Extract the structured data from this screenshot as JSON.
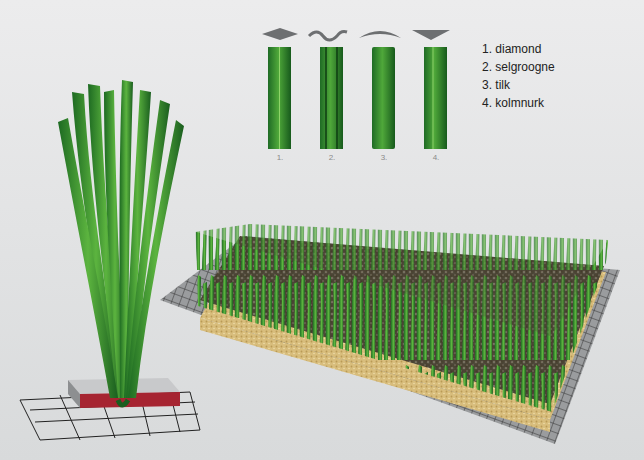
{
  "diagram": {
    "labels": [
      "1.",
      "2.",
      "3.",
      "4.",
      "1. diamond",
      "2. selgroogne",
      "3. tilk",
      "4. kolmnurk"
    ]
  }
}
